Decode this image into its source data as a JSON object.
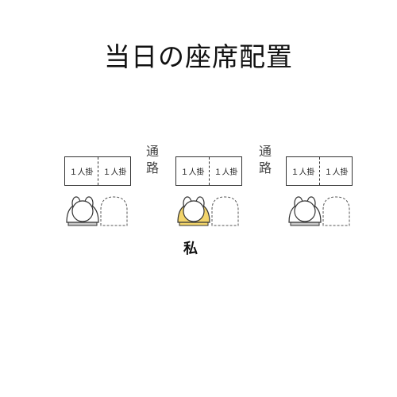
{
  "title": "当日の座席配置",
  "desk_labels": {
    "left_desk": [
      "１人掛",
      "１人掛"
    ],
    "center_desk": [
      "１人掛",
      "１人掛"
    ],
    "right_desk": [
      "１人掛",
      "１人掛"
    ]
  },
  "aisles": [
    "通\n路",
    "通\n路"
  ],
  "me_label": "私",
  "colors": {
    "me_seat": "#f3d56b",
    "other_seat": "#c8c8c8",
    "line": "#333333",
    "empty_seat_outline": "#555555"
  }
}
